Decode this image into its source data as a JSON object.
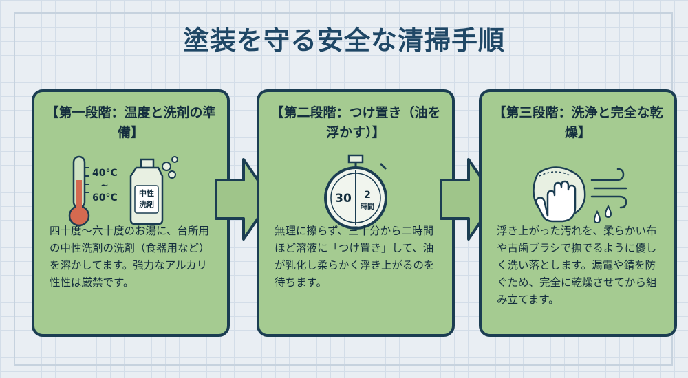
{
  "title": "塗装を守る安全な清掃手順",
  "steps": [
    {
      "title": "【第一段階：温度と洗剤の準備】",
      "temp_high": "40°C",
      "temp_tilde": "~",
      "temp_low": "60°C",
      "bottle_label_1": "中性",
      "bottle_label_2": "洗剤",
      "body": "四十度～六十度のお湯に、台所用の中性洗剤の洗剤（食器用など）を溶かしてます。強力なアルカリ性性は厳禁です。",
      "icons": [
        "thermometer-icon",
        "detergent-bottle-icon",
        "bubbles-icon"
      ]
    },
    {
      "title": "【第二段階：つけ置き（油を浮かす）】",
      "timer_left": "30",
      "timer_right_num": "2",
      "timer_right_unit": "時間",
      "body": "無理に擦らず、三十分から二時間ほど溶液に「つけ置き」して、油が乳化し柔らかく浮き上がるのを待ちます。",
      "icons": [
        "stopwatch-icon"
      ]
    },
    {
      "title": "【第三段階：洗浄と完全な乾燥】",
      "body": "浮き上がった汚れを、柔らかい布や古歯ブラシで撫でるように優しく洗い落とします。漏電や錆を防ぐため、完全に乾燥させてから組み立てます。",
      "icons": [
        "hand-cloth-icon",
        "wind-icon",
        "water-drops-icon"
      ]
    }
  ],
  "colors": {
    "card_fill": "#a5cb91",
    "card_border": "#1b3d52",
    "title_color": "#1f4766"
  }
}
